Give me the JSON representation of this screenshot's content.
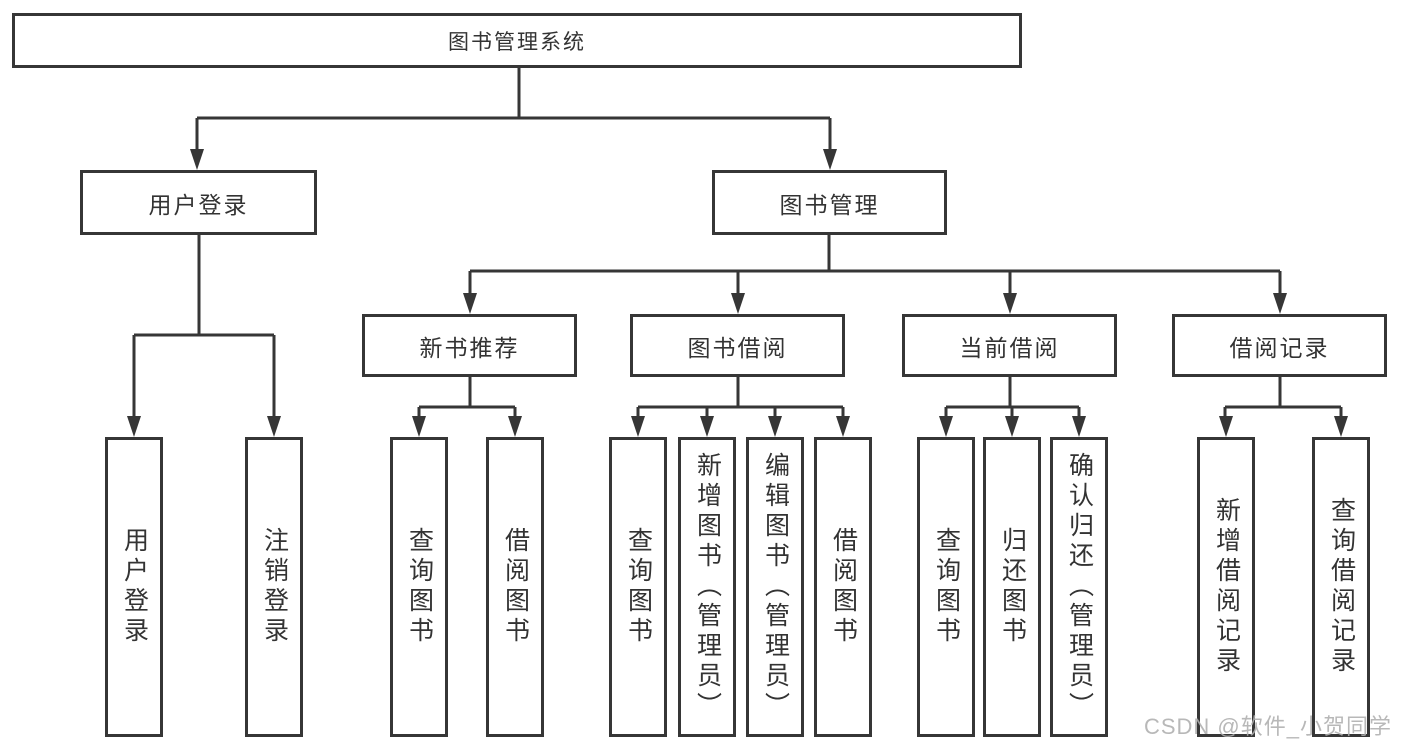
{
  "diagram": {
    "root": {
      "label": "图书管理系统"
    },
    "branches": [
      {
        "label": "用户登录",
        "children": [
          {
            "label": "用户登录"
          },
          {
            "label": "注销登录"
          }
        ]
      },
      {
        "label": "图书管理",
        "sections": [
          {
            "label": "新书推荐",
            "children": [
              {
                "label": "查询图书"
              },
              {
                "label": "借阅图书"
              }
            ]
          },
          {
            "label": "图书借阅",
            "children": [
              {
                "label": "查询图书"
              },
              {
                "label": "新增图书（管理员）"
              },
              {
                "label": "编辑图书（管理员）"
              },
              {
                "label": "借阅图书"
              }
            ]
          },
          {
            "label": "当前借阅",
            "children": [
              {
                "label": "查询图书"
              },
              {
                "label": "归还图书"
              },
              {
                "label": "确认归还（管理员）"
              }
            ]
          },
          {
            "label": "借阅记录",
            "children": [
              {
                "label": "新增借阅记录"
              },
              {
                "label": "查询借阅记录"
              }
            ]
          }
        ]
      }
    ],
    "watermark": {
      "text": "CSDN @软件_小贺同学"
    },
    "colors": {
      "line": "#363636",
      "text": "#333333",
      "watermark": "#aeaeae",
      "background": "#ffffff"
    }
  }
}
